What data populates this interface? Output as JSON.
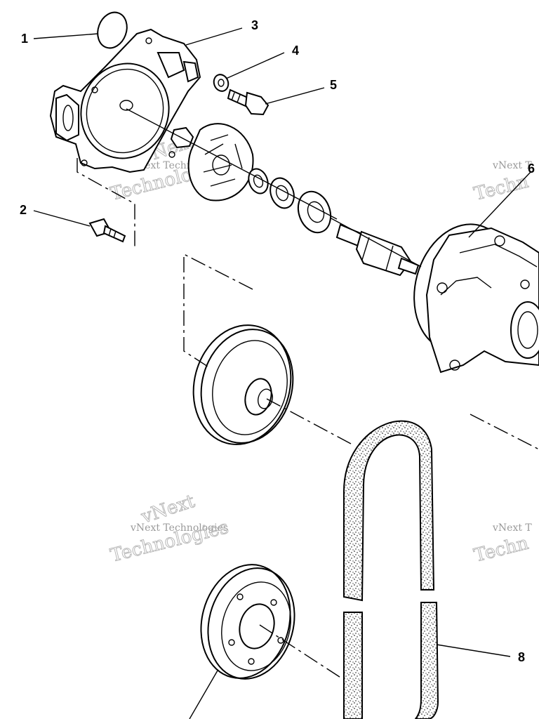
{
  "callouts": [
    "1",
    "2",
    "3",
    "4",
    "5",
    "6",
    "8"
  ],
  "watermark": {
    "brand": "vNext",
    "line1": "vNext Technologies",
    "line2": "Technologies",
    "right_line1": "vNext T",
    "right_line2": "Techn"
  }
}
